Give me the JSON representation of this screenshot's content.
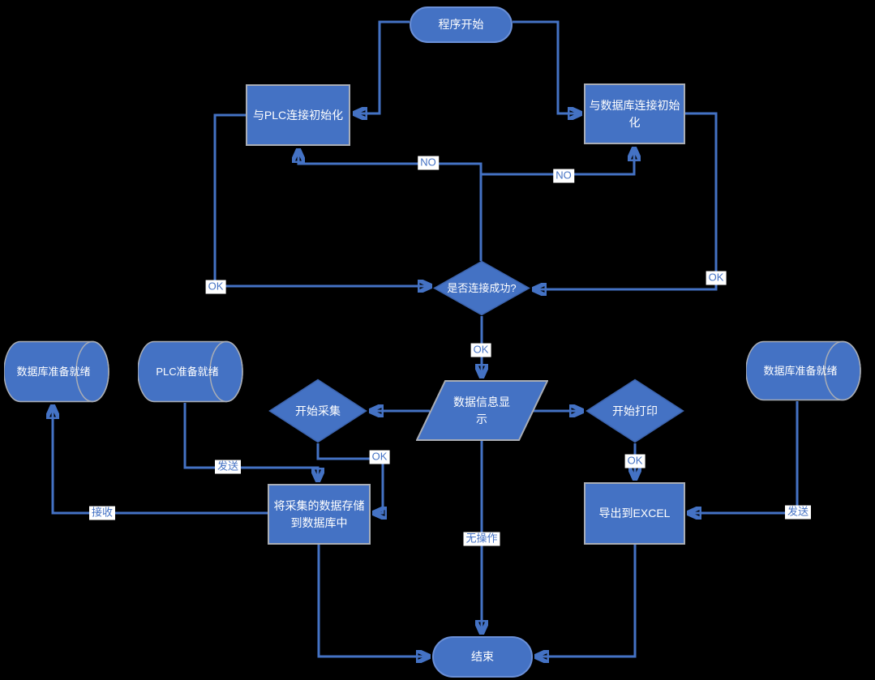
{
  "colors": {
    "background": "#000000",
    "shape_fill": "#4472C4",
    "connector": "#4472C4",
    "stadium_border": "#6A8FD7",
    "gray_border": "#A9ADB5",
    "label_background": "#FFFFFF",
    "label_text": "#4472C4",
    "shape_text": "#FFFFFF"
  },
  "nodes": {
    "start": {
      "label": "程序开始",
      "type": "terminator"
    },
    "plc_init": {
      "label": "与PLC连接初始化",
      "type": "process"
    },
    "db_init": {
      "label": "与数据库连接初始化",
      "type": "process"
    },
    "connect_ok": {
      "label": "是否连接成功?",
      "type": "decision"
    },
    "db_ready_left": {
      "label": "数据库准备就绪",
      "type": "cylinder"
    },
    "plc_ready": {
      "label": "PLC准备就绪",
      "type": "cylinder"
    },
    "db_ready_right": {
      "label": "数据库准备就绪",
      "type": "cylinder"
    },
    "data_display": {
      "label": "数据信息显示",
      "type": "io"
    },
    "start_collect": {
      "label": "开始采集",
      "type": "decision"
    },
    "start_print": {
      "label": "开始打印",
      "type": "decision"
    },
    "store_data": {
      "label": "将采集的数据存储到数据库中",
      "type": "process"
    },
    "export_excel": {
      "label": "导出到EXCEL",
      "type": "process"
    },
    "end": {
      "label": "结束",
      "type": "terminator"
    }
  },
  "edge_labels": {
    "no_left": "NO",
    "no_right": "NO",
    "ok_left": "OK",
    "ok_right": "OK",
    "ok_display": "OK",
    "ok_collect": "OK",
    "ok_print": "OK",
    "send_left": "发送",
    "receive": "接收",
    "send_right": "发送",
    "no_op": "无操作"
  }
}
